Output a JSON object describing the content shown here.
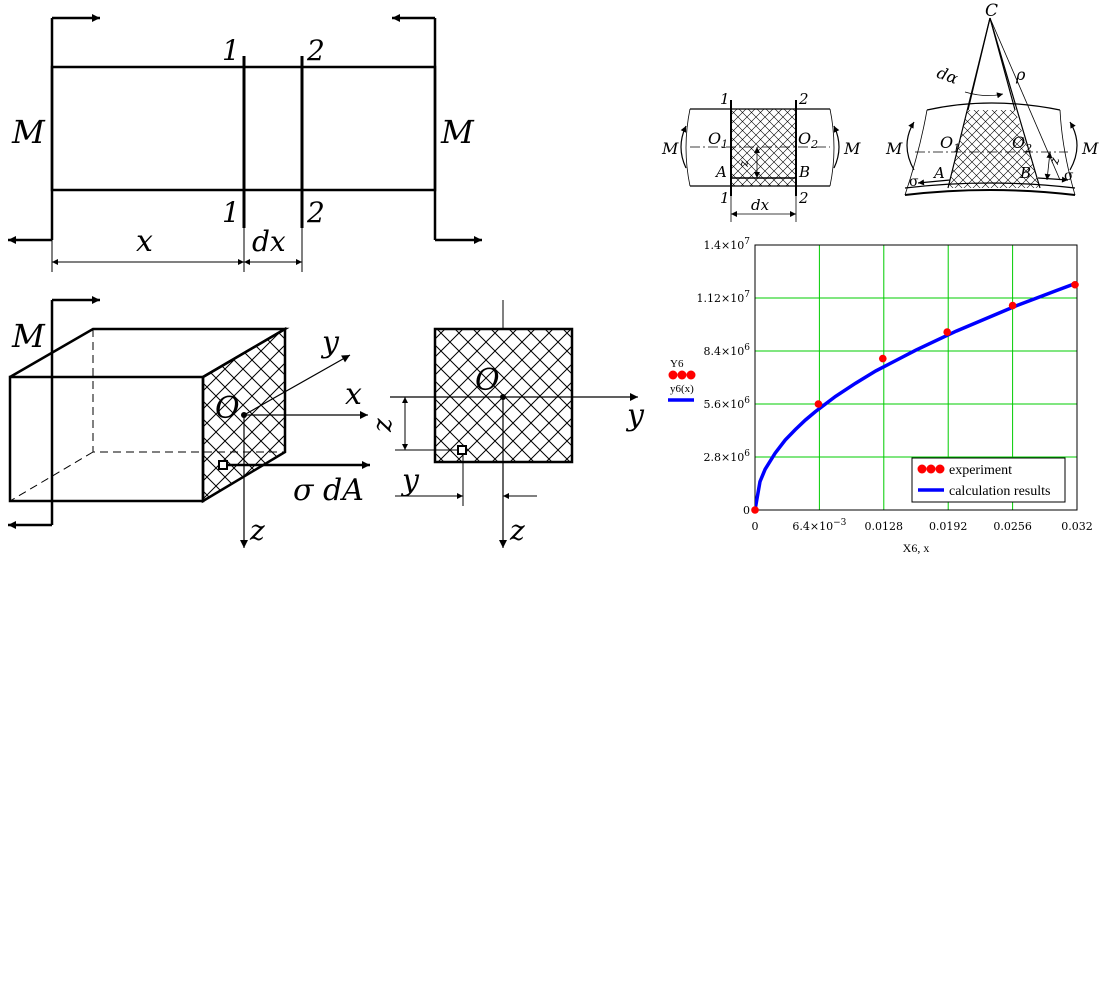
{
  "beam": {
    "moment_left": "M",
    "moment_right": "M",
    "section1_top": "1",
    "section1_bot": "1",
    "section2_top": "2",
    "section2_bot": "2",
    "dim_x": "x",
    "dim_dx": "dx"
  },
  "block3d": {
    "moment": "M",
    "origin": "O",
    "axis_x": "x",
    "axis_y": "y",
    "axis_z": "z",
    "force": "σ dA"
  },
  "cross_section": {
    "origin": "O",
    "axis_y": "y",
    "axis_z": "z",
    "dim_z": "z",
    "dim_y": "y"
  },
  "element_undeformed": {
    "sec1_top": "1",
    "sec2_top": "2",
    "sec1_bot": "1",
    "sec2_bot": "2",
    "m_left": "M",
    "m_right": "M",
    "o1": "O",
    "o1_sub": "1",
    "o2": "O",
    "o2_sub": "2",
    "point_a": "A",
    "point_b": "B",
    "dim_z": "z",
    "dim_dx": "dx"
  },
  "element_deformed": {
    "center": "C",
    "angle": "dα",
    "radius": "ρ",
    "m_left": "M",
    "m_right": "M",
    "o1": "O",
    "o1_sub": "1",
    "o2": "O",
    "o2_sub": "2",
    "point_a": "A",
    "point_b": "B",
    "dim_z": "z",
    "sigma_left": "σ",
    "sigma_right": "σ"
  },
  "chart_data": {
    "type": "scatter",
    "xlabel": "X6, x",
    "xlim": [
      0,
      0.032
    ],
    "ylim": [
      0,
      14000000
    ],
    "x_ticks": [
      {
        "v": 0,
        "label": "0",
        "exp": ""
      },
      {
        "v": 0.0064,
        "label": "6.4×10",
        "exp": "−3"
      },
      {
        "v": 0.0128,
        "label": "0.0128",
        "exp": ""
      },
      {
        "v": 0.0192,
        "label": "0.0192",
        "exp": ""
      },
      {
        "v": 0.0256,
        "label": "0.0256",
        "exp": ""
      },
      {
        "v": 0.032,
        "label": "0.032",
        "exp": ""
      }
    ],
    "y_ticks": [
      {
        "v": 0,
        "label": "0",
        "exp": ""
      },
      {
        "v": 2800000,
        "label": "2.8×10",
        "exp": "6"
      },
      {
        "v": 5600000,
        "label": "5.6×10",
        "exp": "6"
      },
      {
        "v": 8400000,
        "label": "8.4×10",
        "exp": "6"
      },
      {
        "v": 11200000,
        "label": "1.12×10",
        "exp": "7"
      },
      {
        "v": 14000000,
        "label": "1.4×10",
        "exp": "7"
      }
    ],
    "grid": true,
    "series": [
      {
        "name": "experiment",
        "marker": "dot",
        "color": "#ff0000",
        "x": [
          0,
          0.0063,
          0.0127,
          0.0191,
          0.0256,
          0.0318
        ],
        "y": [
          0,
          5600000,
          8000000,
          9400000,
          10800000,
          11900000
        ]
      },
      {
        "name": "calculation results",
        "marker": "line",
        "color": "#0000ff",
        "x": [
          0,
          0.0005,
          0.001,
          0.002,
          0.003,
          0.004,
          0.005,
          0.006,
          0.008,
          0.01,
          0.012,
          0.014,
          0.016,
          0.018,
          0.02,
          0.022,
          0.024,
          0.026,
          0.028,
          0.03,
          0.032
        ],
        "y": [
          0,
          1500000,
          2150000,
          3000000,
          3700000,
          4250000,
          4750000,
          5200000,
          6000000,
          6700000,
          7350000,
          7900000,
          8450000,
          8950000,
          9450000,
          9900000,
          10350000,
          10800000,
          11200000,
          11600000,
          12000000
        ]
      }
    ],
    "legend": {
      "placement": "bottom-right",
      "items": [
        "experiment",
        "calculation results"
      ]
    },
    "side_legend": {
      "label1": "Y6",
      "label2": "y6(x)",
      "placement": "left"
    }
  }
}
